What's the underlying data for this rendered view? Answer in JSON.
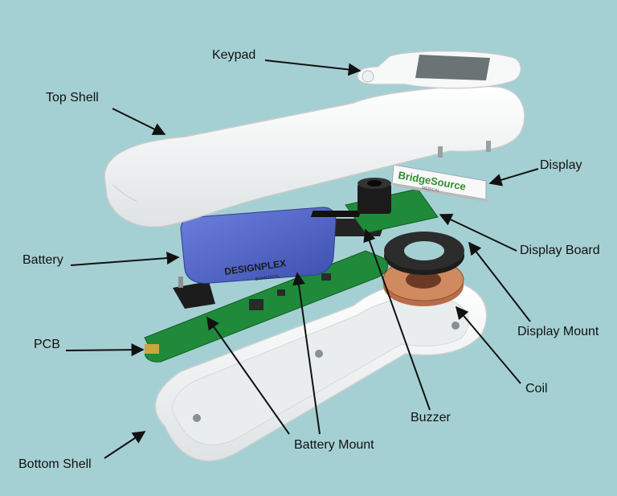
{
  "labels": {
    "keypad": "Keypad",
    "top_shell": "Top Shell",
    "display": "Display",
    "display_board": "Display Board",
    "battery": "Battery",
    "display_mount": "Display Mount",
    "pcb": "PCB",
    "coil": "Coil",
    "buzzer": "Buzzer",
    "battery_mount": "Battery Mount",
    "bottom_shell": "Bottom Shell"
  },
  "battery_brand": "DESIGNPLEX",
  "battery_brand_sub": "BIOMEDICAL",
  "display_brand": "BridgeSource",
  "display_brand_sub": "MEDICAL",
  "colors": {
    "background": "#a5d0d3",
    "shell": "#f4f6f6",
    "battery": "#4a5fc0",
    "pcb": "#1f8a3a",
    "coil_copper": "#c47a52",
    "arrow": "#111111"
  }
}
